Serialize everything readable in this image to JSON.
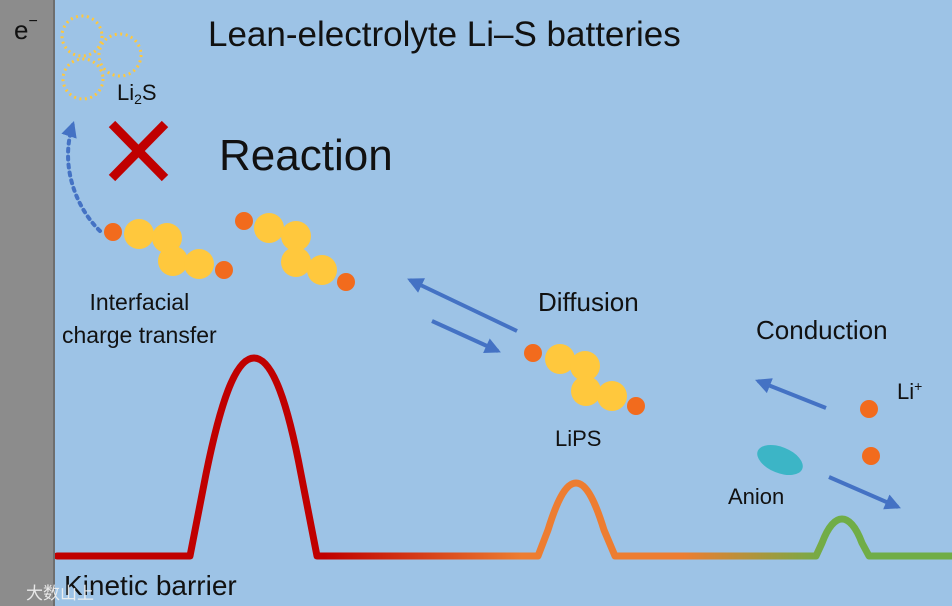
{
  "title": "Lean-electrolyte Li–S batteries",
  "labels": {
    "electron": "e",
    "electron_sup": "−",
    "li2s_main": "Li",
    "li2s_sub": "2",
    "li2s_tail": "S",
    "reaction": "Reaction",
    "interfacial_line1": "Interfacial",
    "interfacial_line2": "charge transfer",
    "diffusion": "Diffusion",
    "conduction": "Conduction",
    "lips": "LiPS",
    "anion": "Anion",
    "li_plus_main": "Li",
    "li_plus_sup": "+",
    "kinetic_barrier": "Kinetic barrier"
  },
  "watermark": "大数山上",
  "colors": {
    "background": "#9dc3e6",
    "electrode": "#8c8c8c",
    "sulfur": "#ffc83d",
    "lithium": "#f26b1d",
    "anion": "#3cb5c6",
    "arrow": "#4472c4",
    "cross": "#c00000",
    "barrier_high": "#c00000",
    "barrier_mid": "#ed7d31",
    "barrier_low": "#70ad47"
  },
  "icons": {
    "reaction_blocked": "cross-icon",
    "li2s_particles": "dotted-circles-icon"
  }
}
